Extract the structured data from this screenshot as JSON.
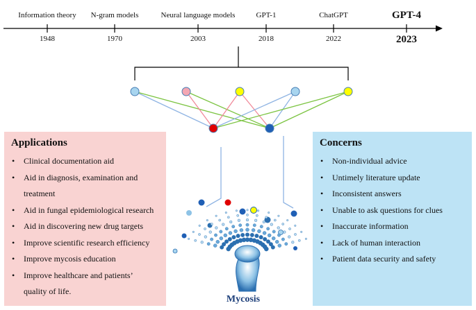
{
  "timeline": [
    {
      "label": "Information theory",
      "year": "1948"
    },
    {
      "label": "N-gram models",
      "year": "1970"
    },
    {
      "label": "Neural language models",
      "year": "2003"
    },
    {
      "label": "GPT-1",
      "year": "2018"
    },
    {
      "label": "ChatGPT",
      "year": "2022"
    },
    {
      "label": "GPT-4",
      "year": "2023",
      "highlight": true
    }
  ],
  "node_colors": {
    "top": [
      "#a8d5ef",
      "#f4a7b3",
      "#ffff00",
      "#a8d5ef",
      "#ffff00"
    ],
    "red": "#e00000",
    "blue": "#1f5fb5"
  },
  "line_colors": {
    "blue": "#8fb4e3",
    "red": "#f08a9a",
    "green": "#7cc442"
  },
  "applications": {
    "title": "Applications",
    "items": [
      "Clinical documentation aid",
      "Aid in diagnosis, examination and",
      "treatment",
      "Aid in fungal epidemiological research",
      "Aid in discovering new drug targets",
      "Improve scientific research efficiency",
      "Improve mycosis education",
      "Improve healthcare and patients’",
      "quality of life."
    ]
  },
  "concerns": {
    "title": "Concerns",
    "items": [
      "Non-individual advice",
      "Untimely literature update",
      "Inconsistent answers",
      "Unable to ask questions for clues",
      "Inaccurate information",
      "Lack of  human interaction",
      "Patient data security and safety"
    ]
  },
  "mycosis_label": "Mycosis"
}
